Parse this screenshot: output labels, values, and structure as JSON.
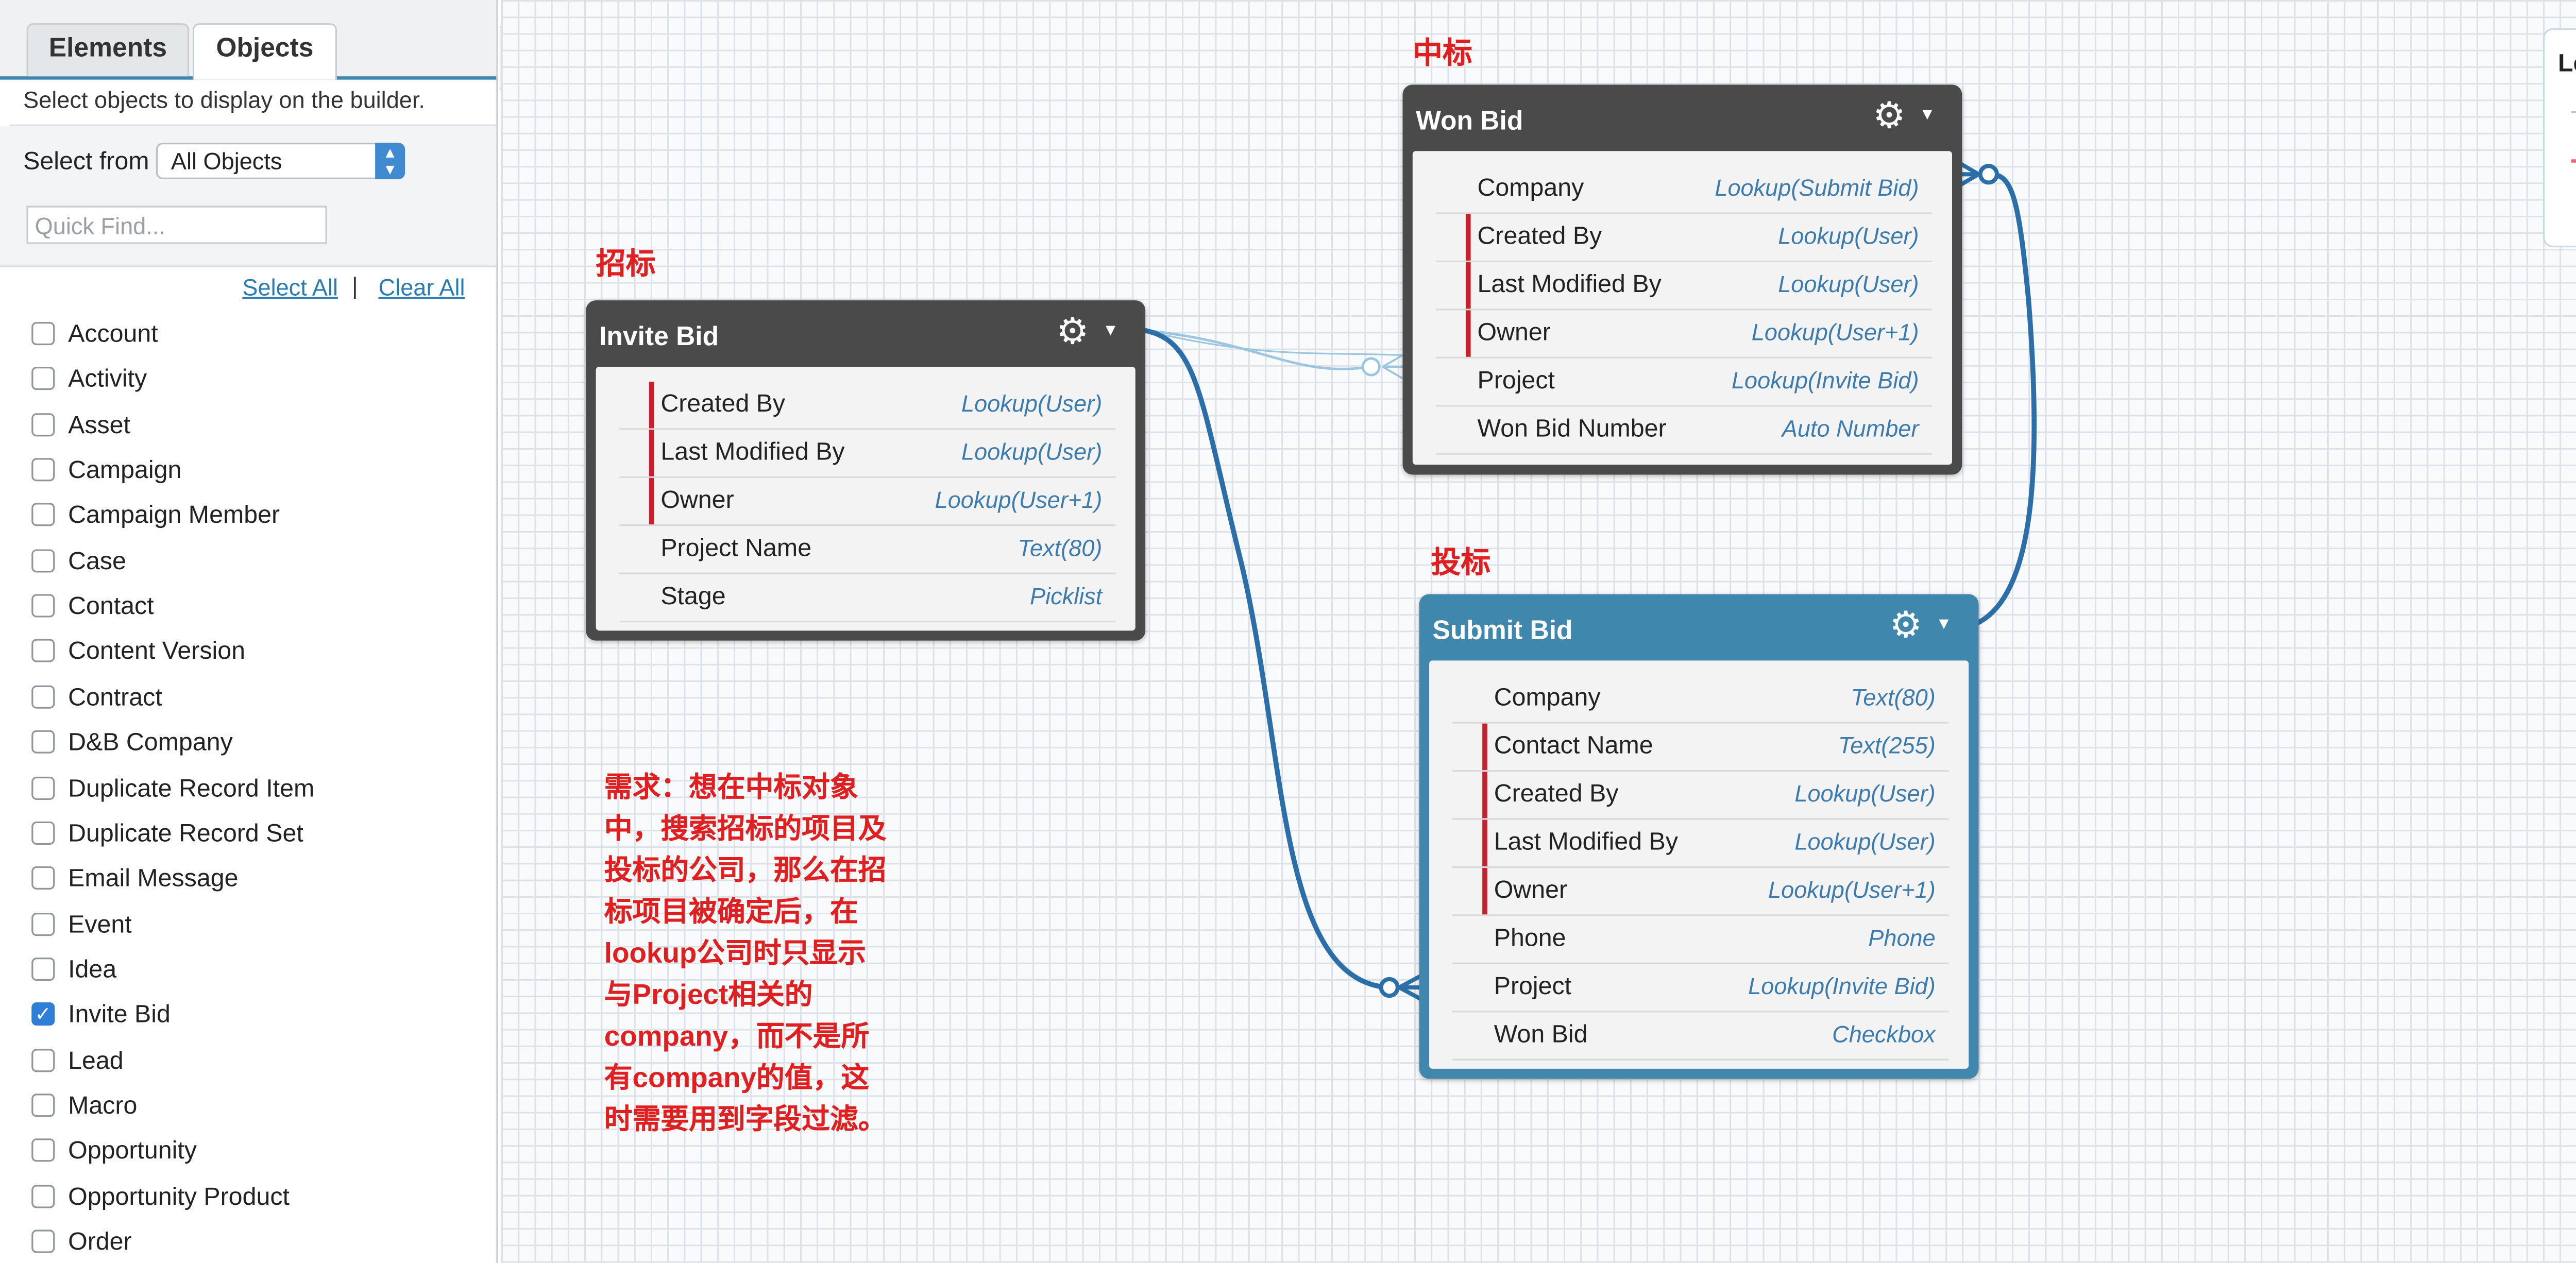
{
  "sidebar": {
    "tabs": [
      {
        "label": "Elements"
      },
      {
        "label": "Objects"
      }
    ],
    "hint": "Select objects to display on the builder.",
    "select_from_label": "Select from",
    "select_from_value": "All Objects",
    "quick_find_placeholder": "Quick Find...",
    "select_all": "Select All",
    "separator": "|",
    "clear_all": "Clear All",
    "objects": [
      {
        "label": "Account",
        "checked": false
      },
      {
        "label": "Activity",
        "checked": false
      },
      {
        "label": "Asset",
        "checked": false
      },
      {
        "label": "Campaign",
        "checked": false
      },
      {
        "label": "Campaign Member",
        "checked": false
      },
      {
        "label": "Case",
        "checked": false
      },
      {
        "label": "Contact",
        "checked": false
      },
      {
        "label": "Content Version",
        "checked": false
      },
      {
        "label": "Contract",
        "checked": false
      },
      {
        "label": "D&B Company",
        "checked": false
      },
      {
        "label": "Duplicate Record Item",
        "checked": false
      },
      {
        "label": "Duplicate Record Set",
        "checked": false
      },
      {
        "label": "Email Message",
        "checked": false
      },
      {
        "label": "Event",
        "checked": false
      },
      {
        "label": "Idea",
        "checked": false
      },
      {
        "label": "Invite Bid",
        "checked": true
      },
      {
        "label": "Lead",
        "checked": false
      },
      {
        "label": "Macro",
        "checked": false
      },
      {
        "label": "Opportunity",
        "checked": false
      },
      {
        "label": "Opportunity Product",
        "checked": false
      },
      {
        "label": "Order",
        "checked": false
      }
    ]
  },
  "canvas": {
    "labels": {
      "invite": "招标",
      "won": "中标",
      "submit": "投标"
    },
    "note_lines": [
      "需求：想在中标对象",
      "中，搜索招标的项目及",
      "投标的公司，那么在招",
      "标项目被确定后，在",
      "lookup公司时只显示",
      "与Project相关的",
      "company，而不是所",
      "有company的值，这",
      "时需要用到字段过滤。"
    ],
    "legend_title": "Lege",
    "cards": {
      "invite": {
        "title": "Invite Bid",
        "fields": [
          {
            "name": "Created By",
            "type": "Lookup(User)",
            "required": true
          },
          {
            "name": "Last Modified By",
            "type": "Lookup(User)",
            "required": true
          },
          {
            "name": "Owner",
            "type": "Lookup(User+1)",
            "required": true
          },
          {
            "name": "Project Name",
            "type": "Text(80)",
            "required": false
          },
          {
            "name": "Stage",
            "type": "Picklist",
            "required": false
          }
        ]
      },
      "won": {
        "title": "Won Bid",
        "fields": [
          {
            "name": "Company",
            "type": "Lookup(Submit Bid)",
            "required": false
          },
          {
            "name": "Created By",
            "type": "Lookup(User)",
            "required": true
          },
          {
            "name": "Last Modified By",
            "type": "Lookup(User)",
            "required": true
          },
          {
            "name": "Owner",
            "type": "Lookup(User+1)",
            "required": true
          },
          {
            "name": "Project",
            "type": "Lookup(Invite Bid)",
            "required": false
          },
          {
            "name": "Won Bid Number",
            "type": "Auto Number",
            "required": false
          }
        ]
      },
      "submit": {
        "title": "Submit Bid",
        "fields": [
          {
            "name": "Company",
            "type": "Text(80)",
            "required": false
          },
          {
            "name": "Contact Name",
            "type": "Text(255)",
            "required": true
          },
          {
            "name": "Created By",
            "type": "Lookup(User)",
            "required": true
          },
          {
            "name": "Last Modified By",
            "type": "Lookup(User)",
            "required": true
          },
          {
            "name": "Owner",
            "type": "Lookup(User+1)",
            "required": true
          },
          {
            "name": "Phone",
            "type": "Phone",
            "required": false
          },
          {
            "name": "Project",
            "type": "Lookup(Invite Bid)",
            "required": false
          },
          {
            "name": "Won Bid",
            "type": "Checkbox",
            "required": false
          }
        ]
      }
    }
  },
  "colors": {
    "card_dark": "#4a4a4a",
    "card_blue": "#3f87ac",
    "required_marker": "#c9202e",
    "annotation_red": "#e02020",
    "link_blue": "#2a7ab4"
  }
}
